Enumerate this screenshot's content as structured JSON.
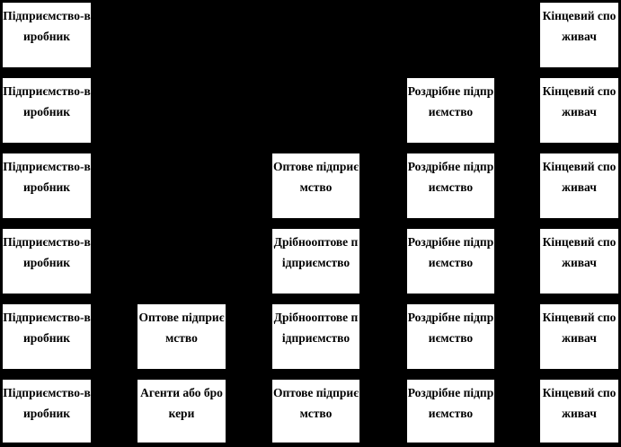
{
  "diagram": {
    "title": "Distribution channel levels diagram",
    "background_color": "#000000",
    "box_fill_color": "#ffffff",
    "box_text_color": "#000000",
    "box_border_color": "#000000",
    "columns": 6,
    "rows": 6,
    "labels": {
      "manufacturer": "Підприємство-виробник",
      "wholesale": "Оптове підприємство",
      "small_wholesale": "Дрібнооптове підприємство",
      "retail": "Роздрібне підприємство",
      "agents_brokers": "Агенти або брокери",
      "end_consumer": "Кінцевий споживач"
    },
    "nodes": [
      {
        "row": 1,
        "col": 1,
        "name": "manufacturer",
        "text": "Підприємство-виробник"
      },
      {
        "row": 1,
        "col": 6,
        "name": "end-consumer",
        "text": "Кінцевий споживач"
      },
      {
        "row": 2,
        "col": 1,
        "name": "manufacturer",
        "text": "Підприємство-виробник"
      },
      {
        "row": 2,
        "col": 4,
        "name": "retail-enterprise",
        "text": "Роздрібне підприємство"
      },
      {
        "row": 2,
        "col": 6,
        "name": "end-consumer",
        "text": "Кінцевий споживач"
      },
      {
        "row": 3,
        "col": 1,
        "name": "manufacturer",
        "text": "Підприємство-виробник"
      },
      {
        "row": 3,
        "col": 3,
        "name": "wholesale-enterprise",
        "text": "Оптове підприємство"
      },
      {
        "row": 3,
        "col": 4,
        "name": "retail-enterprise",
        "text": "Роздрібне підприємство"
      },
      {
        "row": 3,
        "col": 6,
        "name": "end-consumer",
        "text": "Кінцевий споживач"
      },
      {
        "row": 4,
        "col": 1,
        "name": "manufacturer",
        "text": "Підприємство-виробник"
      },
      {
        "row": 4,
        "col": 3,
        "name": "small-wholesale-enterprise",
        "text": "Дрібнооптове підприємство"
      },
      {
        "row": 4,
        "col": 4,
        "name": "retail-enterprise",
        "text": "Роздрібне підприємство"
      },
      {
        "row": 4,
        "col": 6,
        "name": "end-consumer",
        "text": "Кінцевий споживач"
      },
      {
        "row": 5,
        "col": 1,
        "name": "manufacturer",
        "text": "Підприємство-виробник"
      },
      {
        "row": 5,
        "col": 2,
        "name": "wholesale-enterprise",
        "text": "Оптове підприємство"
      },
      {
        "row": 5,
        "col": 3,
        "name": "small-wholesale-enterprise",
        "text": "Дрібнооптове підприємство"
      },
      {
        "row": 5,
        "col": 4,
        "name": "retail-enterprise",
        "text": "Роздрібне підприємство"
      },
      {
        "row": 5,
        "col": 6,
        "name": "end-consumer",
        "text": "Кінцевий споживач"
      },
      {
        "row": 6,
        "col": 1,
        "name": "manufacturer",
        "text": "Підприємство-виробник"
      },
      {
        "row": 6,
        "col": 2,
        "name": "agents-or-brokers",
        "text": "Агенти або брокери"
      },
      {
        "row": 6,
        "col": 3,
        "name": "wholesale-enterprise",
        "text": "Оптове підприємство"
      },
      {
        "row": 6,
        "col": 4,
        "name": "retail-enterprise",
        "text": "Роздрібне підприємство"
      },
      {
        "row": 6,
        "col": 6,
        "name": "end-consumer",
        "text": "Кінцевий споживач"
      }
    ]
  }
}
